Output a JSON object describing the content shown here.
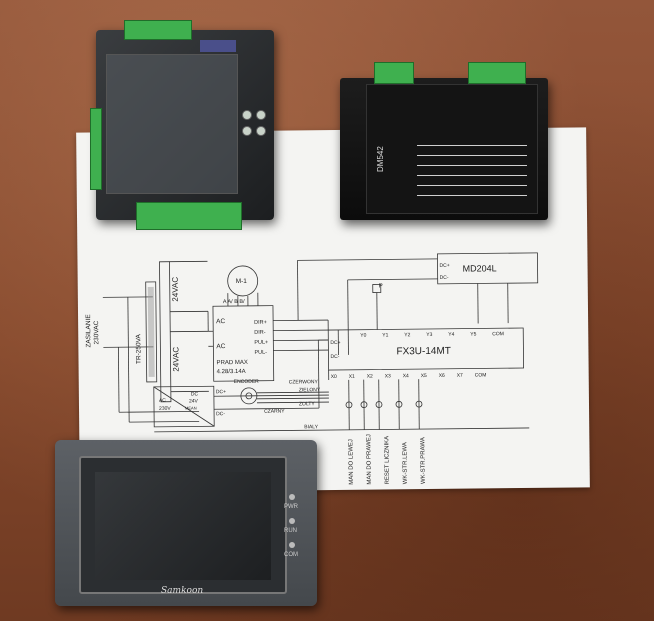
{
  "scene": {
    "table_color": "#8a4f2e",
    "paper_color": "#f4f4f2",
    "terminal_color": "#3fb04f"
  },
  "schematic": {
    "supply_label_1": "ZASILANIE",
    "supply_label_2": "230VAC",
    "transformer_label": "TR-250VA",
    "transformer_out_top": "24VAC",
    "transformer_out_bottom": "24VAC",
    "motor_label": "M-1",
    "motor_pins": "A  A/  B  B/",
    "driver_ac1": "AC",
    "driver_ac2": "AC",
    "driver_dir_plus": "DIR+",
    "driver_dir_minus": "DIR-",
    "driver_pul_plus": "PUL+",
    "driver_pul_minus": "PUL-",
    "driver_current_1": "PRAD MAX",
    "driver_current_2": "4.28/3.14A",
    "display_label": "MD204L",
    "display_pin1": "DC+",
    "display_pin2": "DC-",
    "plc_label": "FX3U-14MT",
    "plc_out_pins": [
      "Y0",
      "Y1",
      "Y2",
      "Y3",
      "Y4",
      "Y5",
      "COM"
    ],
    "plc_in_pins": [
      "X0",
      "X1",
      "X2",
      "X3",
      "X4",
      "X5",
      "X6",
      "X7",
      "COM"
    ],
    "plc_dc_plus": "DC+",
    "plc_dc_minus": "DC-",
    "psu_ac": "AC",
    "psu_ac2": "230V",
    "psu_dc": "DC",
    "psu_dc2": "24V",
    "psu_dc3": "MEAN",
    "psu_dc_plus": "DC+",
    "psu_dc_minus": "DC-",
    "encoder_label": "ENCODER",
    "wire_red": "CZERWONY",
    "wire_green": "ZIELONY",
    "wire_yellow": "ZOLTY",
    "wire_black": "CZARNY",
    "wire_white": "BIALY",
    "relay_label": "P",
    "buttons": [
      "MAN DO LEWEJ",
      "MAN DO PRAWEJ",
      "RESET LICZNIKA",
      "WK-STR.LEWA",
      "WK-STR.PRAWA"
    ]
  },
  "driver": {
    "model": "DM542"
  },
  "hmi": {
    "brand": "Samkoon",
    "leds": [
      "PWR",
      "RUN",
      "COM"
    ]
  }
}
